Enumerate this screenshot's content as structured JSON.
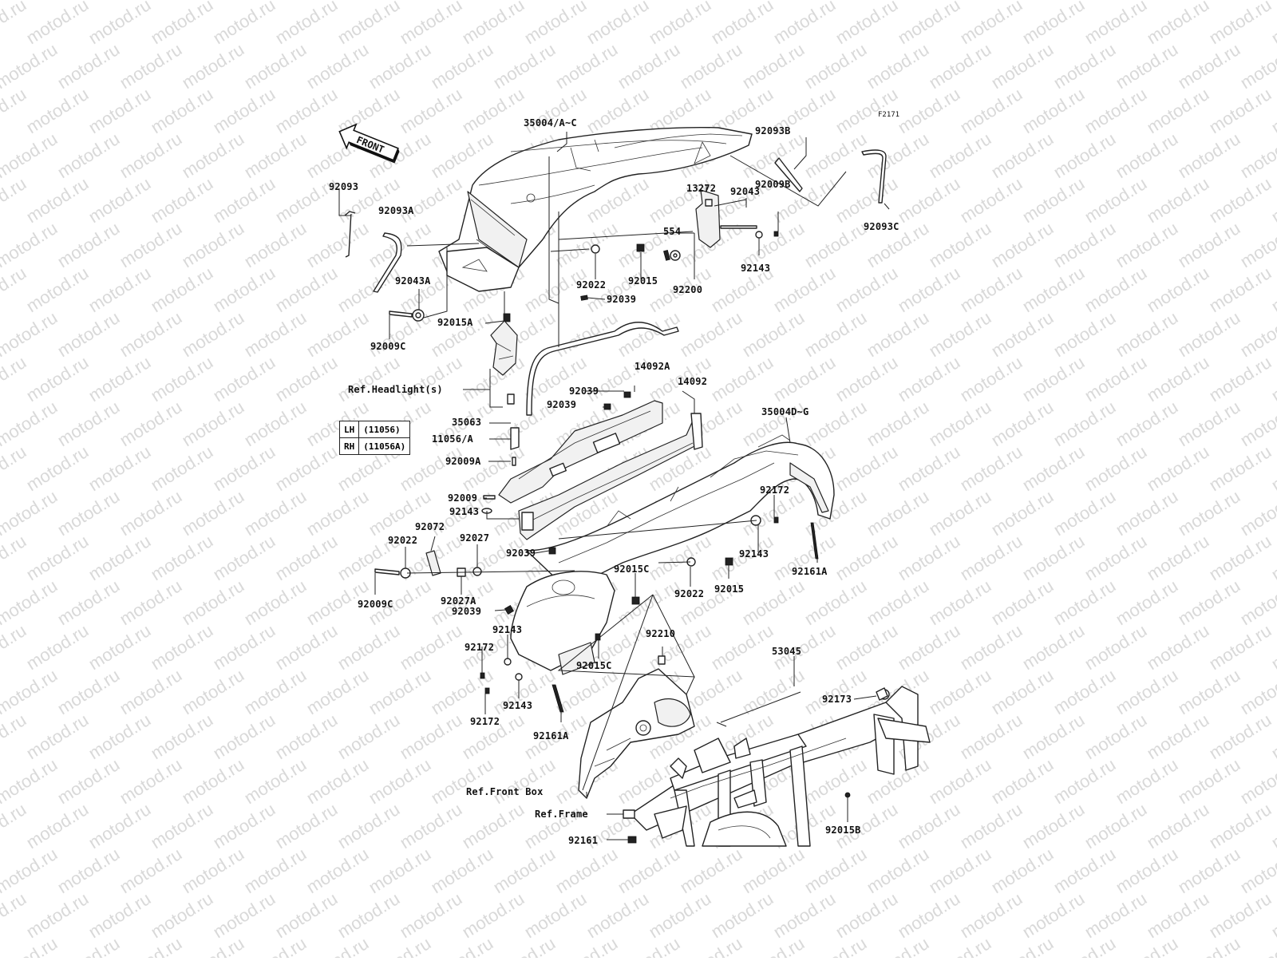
{
  "diagram_code": "F2171",
  "front_arrow_label": "FRONT",
  "watermark": "motod.ru",
  "side_table": [
    {
      "side": "LH",
      "part": "(11056)"
    },
    {
      "side": "RH",
      "part": "(11056A)"
    }
  ],
  "callouts": [
    "35004/A~C",
    "92093B",
    "92093",
    "92093A",
    "13272",
    "92043",
    "92009B",
    "554",
    "92093C",
    "92022",
    "92015",
    "92143",
    "92200",
    "92043A",
    "92039",
    "92015A",
    "92009C",
    "Ref.Headlight(s)",
    "14092A",
    "14092",
    "92039",
    "92039",
    "35004D~G",
    "35063",
    "11056/A",
    "92009A",
    "92009",
    "92172",
    "92143",
    "92072",
    "92027",
    "92022",
    "92039",
    "92143",
    "92161A",
    "92015C",
    "92022",
    "92015",
    "92009C",
    "92027A",
    "92039",
    "92210",
    "92143",
    "92172",
    "92015C",
    "53045",
    "92143",
    "92172",
    "92173",
    "92161A",
    "Ref.Front Box",
    "Ref.Frame",
    "92015B",
    "92161"
  ]
}
